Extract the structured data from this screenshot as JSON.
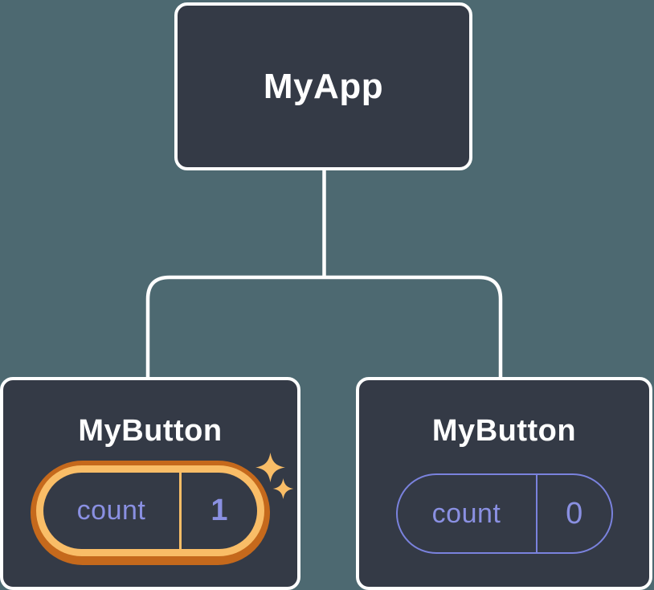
{
  "colors": {
    "bg": "#4d6971",
    "box-bg": "#343a46",
    "box-border": "#ffffff",
    "title-text": "#ffffff",
    "state-purple": "#8a90e2",
    "pill-border-purple": "#7a82dd",
    "highlight-gold": "#f9bd67",
    "highlight-orange": "#c5691c",
    "connector": "#ffffff"
  },
  "tree": {
    "root": {
      "label": "MyApp"
    },
    "children": [
      {
        "label": "MyButton",
        "state": {
          "name": "count",
          "value": "1",
          "highlighted": true
        },
        "icon": "sparkles-icon"
      },
      {
        "label": "MyButton",
        "state": {
          "name": "count",
          "value": "0",
          "highlighted": false
        }
      }
    ]
  }
}
